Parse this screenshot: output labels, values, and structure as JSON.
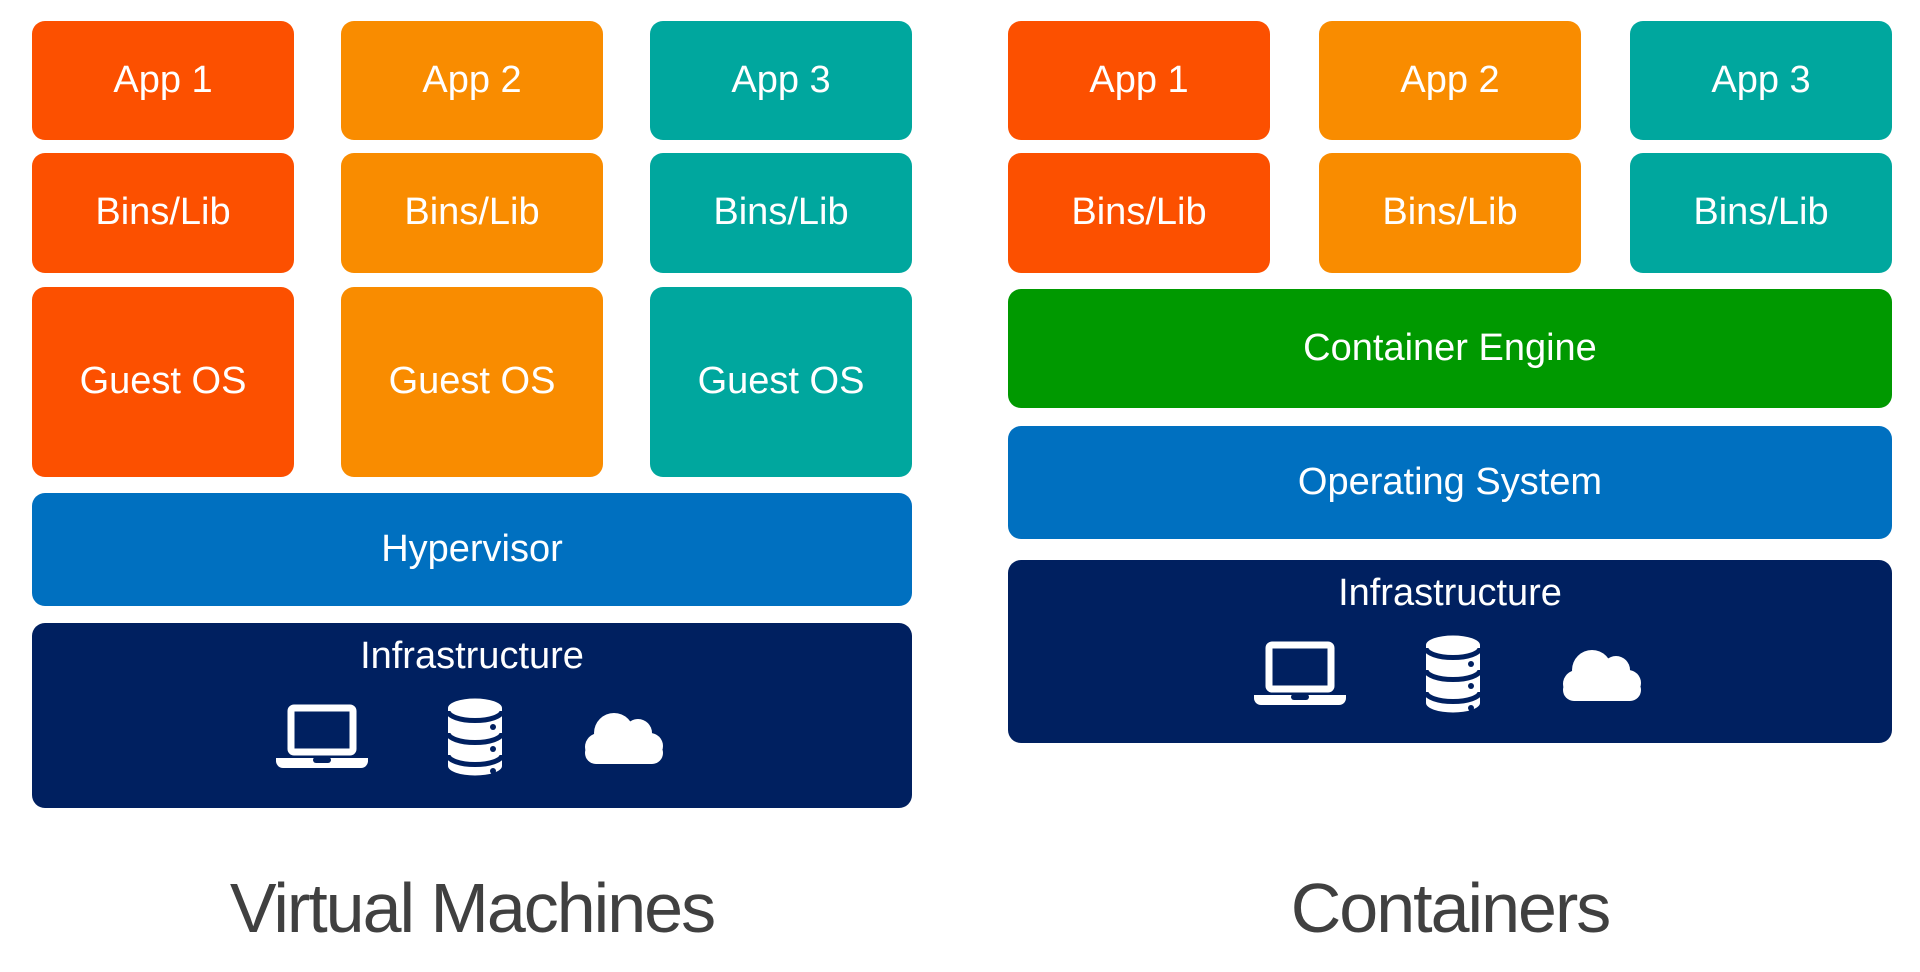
{
  "colors": {
    "app1_red_orange": "#FC5000",
    "app2_orange": "#F98C00",
    "app3_teal": "#00A79E",
    "layer_blue": "#0070C0",
    "container_engine_green": "#009900",
    "infrastructure_navy": "#002060",
    "title_gray": "#404040",
    "label_text": "#FFFFFF"
  },
  "left": {
    "title": "Virtual Machines",
    "columns": [
      {
        "app": "App 1",
        "bins": "Bins/Lib",
        "guest_os": "Guest OS"
      },
      {
        "app": "App 2",
        "bins": "Bins/Lib",
        "guest_os": "Guest OS"
      },
      {
        "app": "App 3",
        "bins": "Bins/Lib",
        "guest_os": "Guest OS"
      }
    ],
    "hypervisor_label": "Hypervisor",
    "infrastructure_label": "Infrastructure"
  },
  "right": {
    "title": "Containers",
    "columns": [
      {
        "app": "App 1",
        "bins": "Bins/Lib"
      },
      {
        "app": "App 2",
        "bins": "Bins/Lib"
      },
      {
        "app": "App 3",
        "bins": "Bins/Lib"
      }
    ],
    "container_engine_label": "Container Engine",
    "operating_system_label": "Operating System",
    "infrastructure_label": "Infrastructure"
  },
  "infrastructure_icons": [
    "laptop-icon",
    "database-icon",
    "cloud-icon"
  ]
}
